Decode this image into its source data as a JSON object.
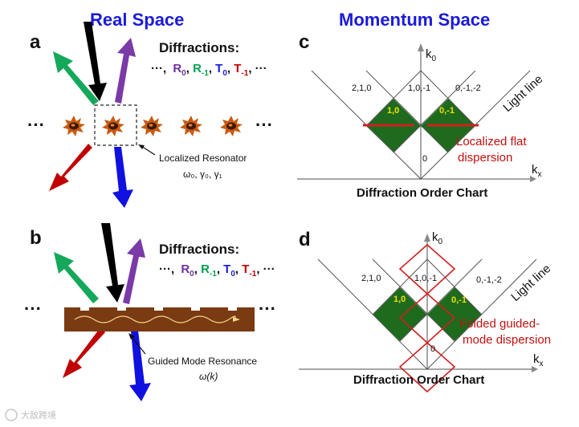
{
  "headings": {
    "real_space": "Real Space",
    "momentum_space": "Momentum Space"
  },
  "panels": {
    "a": "a",
    "b": "b",
    "c": "c",
    "d": "d"
  },
  "diffractions": {
    "title": "Diffractions:",
    "prefix": "···,",
    "suffix": ", ···",
    "items": [
      {
        "base": "R",
        "sub": "0",
        "color": "#7030a0"
      },
      {
        "base": "R",
        "sub": "-1",
        "color": "#00a050"
      },
      {
        "base": "T",
        "sub": "0",
        "color": "#1a1adb"
      },
      {
        "base": "T",
        "sub": "-1",
        "color": "#c00000"
      }
    ]
  },
  "ellipsis": "···",
  "panel_a": {
    "resonator_label": "Localized Resonator",
    "params": "ω₀, γ₀, γ₁"
  },
  "panel_b": {
    "resonance_label": "Guided Mode Resonance",
    "omega_k": "ω(k)"
  },
  "panel_c": {
    "axis_k0": "k",
    "axis_k0_sub": "0",
    "axis_kx": "k",
    "axis_kx_sub": "x",
    "light_line": "Light line",
    "orders": {
      "left": "2,1,0",
      "center": "1,0,-1",
      "right": "0,-1,-2",
      "green_left": "1,0",
      "green_right": "0,-1",
      "bottom": "0"
    },
    "note": [
      "Localized flat",
      "dispersion"
    ],
    "caption": "Diffraction Order Chart"
  },
  "panel_d": {
    "axis_k0": "k",
    "axis_k0_sub": "0",
    "axis_kx": "k",
    "axis_kx_sub": "x",
    "light_line": "Light line",
    "orders": {
      "left": "2,1,0",
      "center": "1,0,-1",
      "right": "0,-1,-2",
      "green_left": "1,0",
      "green_right": "0,-1",
      "bottom": "0"
    },
    "note": [
      "Folded guided-",
      "mode dispersion"
    ],
    "caption": "Diffraction Order Chart"
  },
  "watermark": "大敌跨境",
  "colors": {
    "green_arrow": "#14a85a",
    "purple_arrow": "#7a3aa8",
    "red_arrow": "#c00000",
    "blue_arrow": "#1010e0",
    "black_arrow": "#000000",
    "region_green": "#1e6b1e",
    "flat_band": "#d02020",
    "waveguide": "#7a3a12"
  },
  "icons": {
    "resonator": "spiky-resonator-icon"
  }
}
